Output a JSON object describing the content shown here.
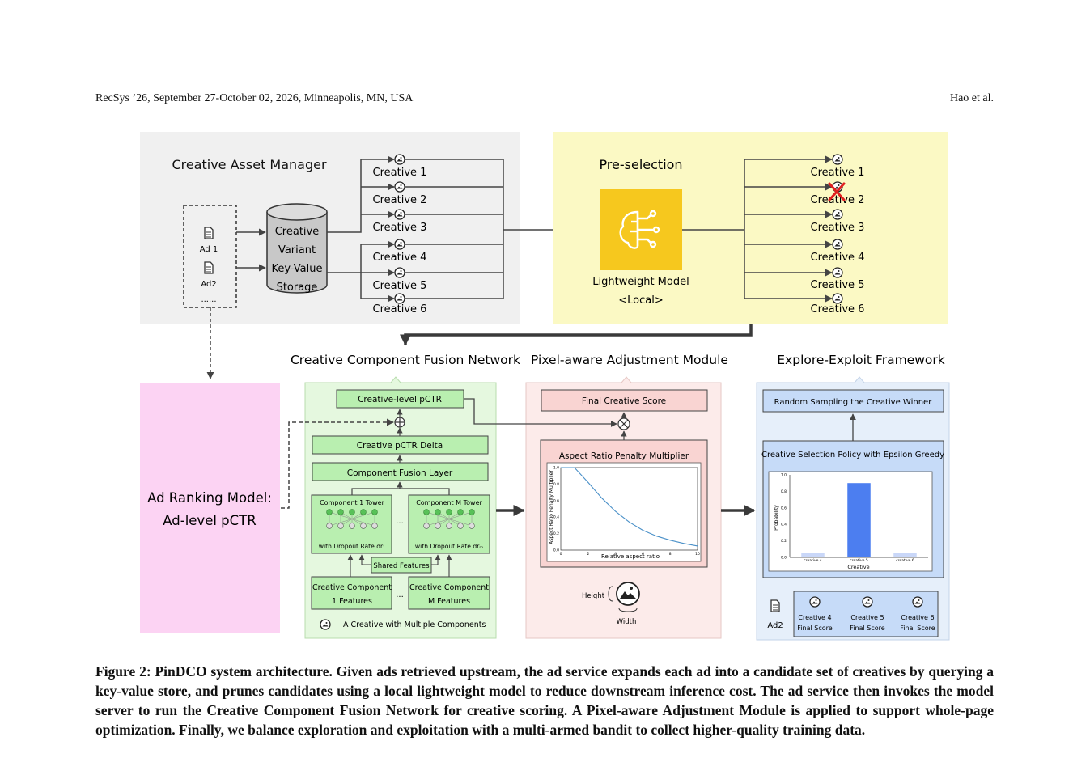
{
  "header": {
    "venue": "RecSys ’26, September 27-October 02, 2026, Minneapolis, MN, USA",
    "authors": "Hao et al."
  },
  "figure": {
    "asset_manager": {
      "title": "Creative Asset Manager",
      "ads": [
        "Ad 1",
        "Ad2",
        "......"
      ],
      "storage_lines": [
        "Creative",
        "Variant",
        "Key-Value",
        "Storage"
      ],
      "creatives": [
        "Creative 1",
        "Creative 2",
        "Creative 3",
        "Creative 4",
        "Creative 5",
        "Creative 6"
      ]
    },
    "preselection": {
      "title": "Pre-selection",
      "model_line1": "Lightweight Model",
      "model_line2": "<Local>",
      "creatives": [
        "Creative 1",
        "Creative 2",
        "Creative 3",
        "Creative 4",
        "Creative 5",
        "Creative 6"
      ],
      "pruned_index": 1
    },
    "ranking": {
      "line1": "Ad Ranking Model:",
      "line2": "Ad-level pCTR"
    },
    "fusion": {
      "title": "Creative Component Fusion Network",
      "level_pctr": "Creative-level pCTR",
      "delta": "Creative pCTR Delta",
      "fusion_layer": "Component Fusion Layer",
      "tower1": "Component 1 Tower",
      "towerM": "Component M Tower",
      "dropout1": "with Dropout Rate dr₁",
      "dropoutM": "with Dropout Rate drₘ",
      "shared": "Shared Features",
      "feat1_line1": "Creative Component",
      "feat1_line2": "1 Features",
      "featM_line1": "Creative Component",
      "featM_line2": "M Features",
      "ellipsis": "...",
      "legend": "A Creative with Multiple Components"
    },
    "pixel": {
      "title": "Pixel-aware Adjustment Module",
      "final_score": "Final Creative Score",
      "penalty": "Aspect Ratio Penalty Multiplier",
      "height_label": "Height",
      "width_label": "Width"
    },
    "explore": {
      "title": "Explore-Exploit Framework",
      "winner": "Random Sampling the Creative Winner",
      "policy": "Creative Selection Policy with Epsilon Greedy",
      "ad_label": "Ad2",
      "scores": [
        {
          "line1": "Creative 4",
          "line2": "Final Score"
        },
        {
          "line1": "Creative 5",
          "line2": "Final Score"
        },
        {
          "line1": "Creative 6",
          "line2": "Final Score"
        }
      ]
    }
  },
  "chart_data": [
    {
      "type": "line",
      "title": "",
      "xlabel": "Relative aspect ratio",
      "ylabel": "Aspect Ratio Penalty Multiplier",
      "xlim": [
        0,
        10
      ],
      "ylim": [
        0,
        1.0
      ],
      "xticks": [
        "0",
        "2",
        "4",
        "6",
        "8",
        "10"
      ],
      "yticks": [
        "0.0",
        "0.2",
        "0.4",
        "0.6",
        "0.8",
        "1.0"
      ],
      "color": "#4a90c8",
      "x": [
        0,
        1,
        2,
        3,
        4,
        5,
        6,
        7,
        8,
        9,
        10
      ],
      "y": [
        1.0,
        1.0,
        0.82,
        0.63,
        0.47,
        0.34,
        0.24,
        0.17,
        0.12,
        0.08,
        0.05
      ]
    },
    {
      "type": "bar",
      "title": "",
      "xlabel": "Creative",
      "ylabel": "Probability",
      "ylim": [
        0,
        1.0
      ],
      "yticks": [
        "0.0",
        "0.2",
        "0.4",
        "0.6",
        "0.8",
        "1.0"
      ],
      "categories": [
        "creative 4",
        "creative 5",
        "creative 6"
      ],
      "values": [
        0.05,
        0.9,
        0.05
      ],
      "colors": [
        "#c9d7f8",
        "#4c7ef0",
        "#c9d7f8"
      ]
    }
  ],
  "caption": "Figure 2: PinDCO system architecture. Given ads retrieved upstream, the ad service expands each ad into a candidate set of creatives by querying a key-value store, and prunes candidates using a local lightweight model to reduce downstream inference cost. The ad service then invokes the model server to run the Creative Component Fusion Network for creative scoring. A Pixel-aware Adjustment Module is applied to support whole-page optimization. Finally, we balance exploration and exploitation with a multi-armed bandit to collect higher-quality training data."
}
